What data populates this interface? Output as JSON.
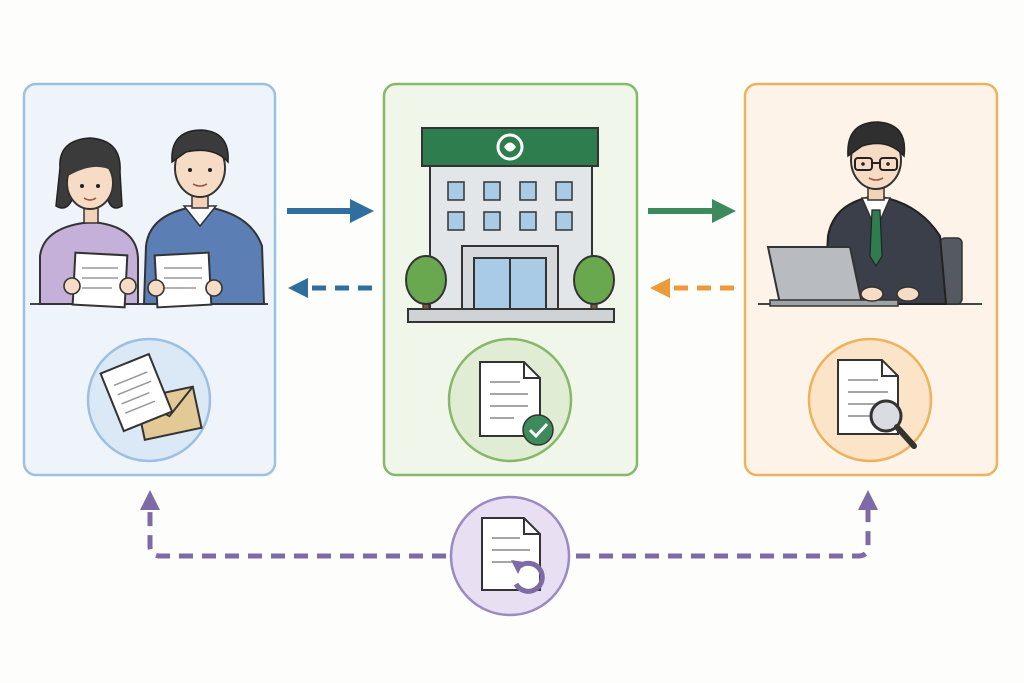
{
  "colors": {
    "background": "#fdfdfb",
    "customer_panel_fill": "#eef4fa",
    "customer_panel_border": "#9cc0df",
    "bank_panel_fill": "#f1f6ea",
    "bank_panel_border": "#86b869",
    "reviewer_panel_fill": "#fdf3e8",
    "reviewer_panel_border": "#ecb25c",
    "blue_arrow": "#2f6e9f",
    "green_arrow": "#3d8a5d",
    "orange_arrow": "#ec9a3c",
    "purple_flow": "#7e6aa6",
    "bank_green": "#2e7d4f"
  },
  "panels": [
    {
      "id": "customer",
      "icon": "couple-reading-documents-icon",
      "badge_icon": "documents-envelope-icon"
    },
    {
      "id": "bank",
      "icon": "bank-building-icon",
      "badge_icon": "document-approved-icon"
    },
    {
      "id": "reviewer",
      "icon": "officer-at-laptop-icon",
      "badge_icon": "document-search-icon"
    }
  ],
  "arrows": [
    {
      "from": "customer",
      "to": "bank",
      "style": "solid",
      "color": "blue"
    },
    {
      "from": "bank",
      "to": "customer",
      "style": "dashed",
      "color": "blue"
    },
    {
      "from": "bank",
      "to": "reviewer",
      "style": "solid",
      "color": "green"
    },
    {
      "from": "reviewer",
      "to": "bank",
      "style": "dashed",
      "color": "orange"
    }
  ],
  "return_flow": {
    "icon": "document-return-icon",
    "targets": [
      "customer",
      "reviewer"
    ],
    "style": "dashed",
    "color": "purple"
  }
}
